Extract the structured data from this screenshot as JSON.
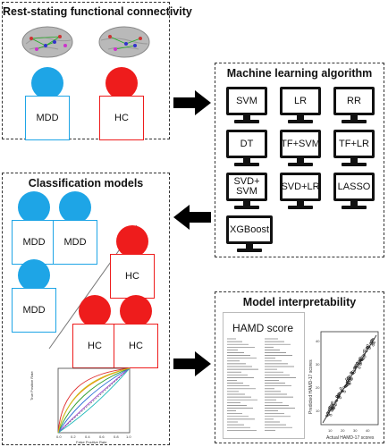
{
  "panels": {
    "rsfc": {
      "title": "Rest-stating functional connectivity",
      "groups": [
        {
          "label": "MDD",
          "type": "mdd"
        },
        {
          "label": "HC",
          "type": "hc"
        }
      ]
    },
    "ml": {
      "title": "Machine learning algorithm",
      "algorithms": [
        {
          "label": "SVM"
        },
        {
          "label": "LR"
        },
        {
          "label": "RR"
        },
        {
          "label": "DT"
        },
        {
          "label": "TF+SVM"
        },
        {
          "label": "TF+LR"
        },
        {
          "label": "SVD+\nSVM"
        },
        {
          "label": "SVD+LR"
        },
        {
          "label": "LASSO"
        },
        {
          "label": "XGBoost"
        }
      ]
    },
    "classification": {
      "title": "Classification models",
      "people": [
        {
          "label": "MDD",
          "type": "mdd"
        },
        {
          "label": "MDD",
          "type": "mdd"
        },
        {
          "label": "MDD",
          "type": "mdd"
        },
        {
          "label": "HC",
          "type": "hc"
        },
        {
          "label": "HC",
          "type": "hc"
        },
        {
          "label": "HC",
          "type": "hc"
        }
      ],
      "roc": {
        "ylabel": "True Positive Rate",
        "xlabel": "False Positive Rate",
        "ticks": [
          "0.0",
          "0.2",
          "0.4",
          "0.6",
          "0.8",
          "1.0"
        ]
      }
    },
    "interpretability": {
      "title": "Model interpretability",
      "doc_title": "HAMD score",
      "scatter": {
        "xlabel": "Actual HAMD-17 scores",
        "ylabel": "Predicted HAMD-17 scores",
        "xticks": [
          "10",
          "20",
          "30",
          "40"
        ],
        "yticks": [
          "10",
          "20",
          "30",
          "40"
        ]
      }
    }
  },
  "colors": {
    "mdd": "#1ea5e6",
    "hc": "#ee1c1c",
    "arrow": "#000000"
  }
}
